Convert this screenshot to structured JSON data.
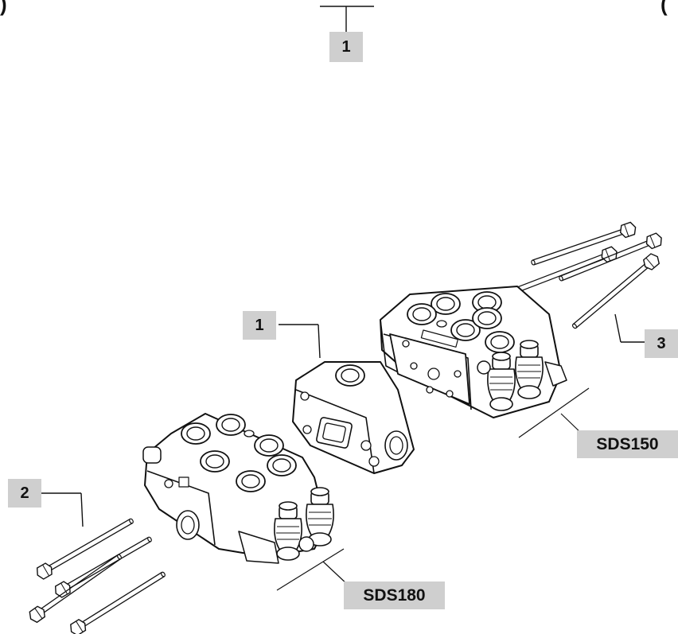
{
  "callouts": {
    "top": "1",
    "middle": "1",
    "bolts_lower": "2",
    "bolts_upper": "3",
    "sds150": "SDS150",
    "sds180": "SDS180"
  },
  "edge_marks": {
    "left": ")",
    "right": "("
  }
}
